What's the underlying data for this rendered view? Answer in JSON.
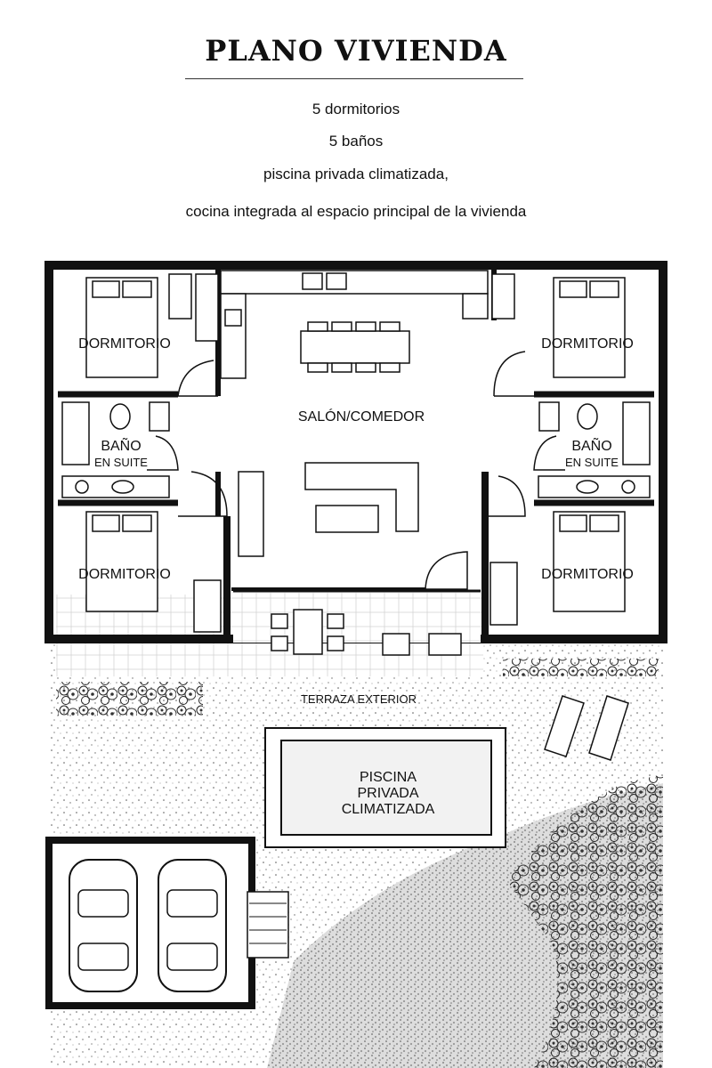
{
  "header": {
    "title": "PLANO VIVIENDA",
    "features": [
      "5 dormitorios",
      "5 baños",
      "piscina privada climatizada,",
      "cocina integrada al espacio principal de la vivienda"
    ]
  },
  "rooms": {
    "bedroom_tl": "DORMITORIO",
    "bedroom_tr": "DORMITORIO",
    "bedroom_bl": "DORMITORIO",
    "bedroom_br": "DORMITORIO",
    "bath_l_line1": "BAÑO",
    "bath_l_line2": "EN SUITE",
    "bath_r_line1": "BAÑO",
    "bath_r_line2": "EN SUITE",
    "living": "SALÓN/COMEDOR",
    "terrace": "TERRAZA EXTERIOR",
    "pool_line1": "PISCINA",
    "pool_line2": "PRIVADA",
    "pool_line3": "CLIMATIZADA"
  }
}
